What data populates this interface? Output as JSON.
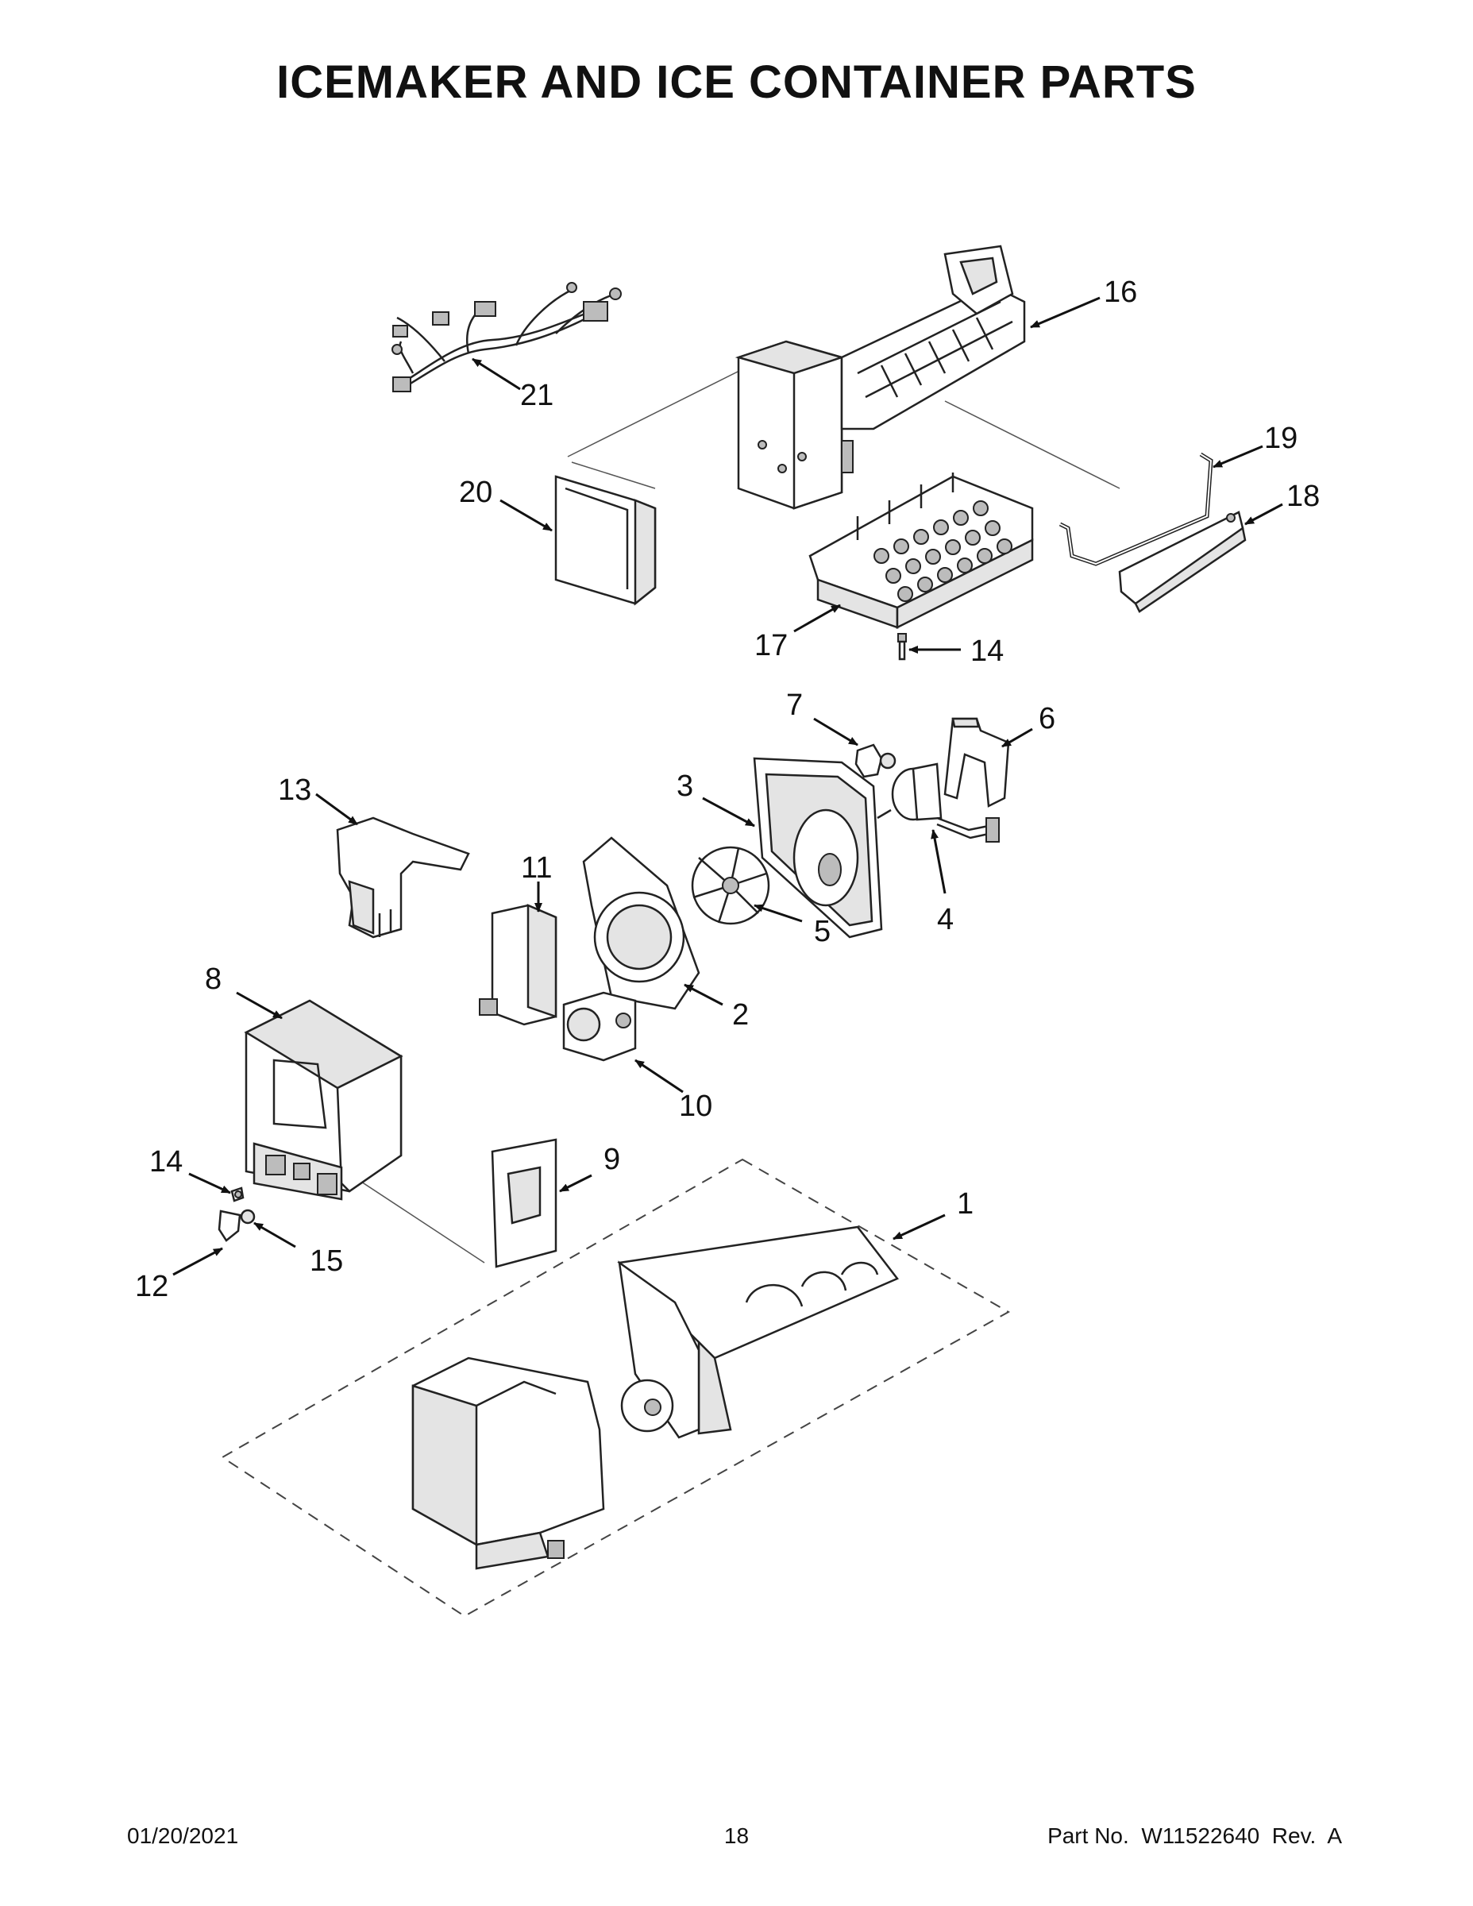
{
  "title": "ICEMAKER AND ICE CONTAINER PARTS",
  "callouts": [
    {
      "id": "21",
      "label": "21"
    },
    {
      "id": "16",
      "label": "16"
    },
    {
      "id": "20",
      "label": "20"
    },
    {
      "id": "19",
      "label": "19"
    },
    {
      "id": "18",
      "label": "18"
    },
    {
      "id": "17",
      "label": "17"
    },
    {
      "id": "14a",
      "label": "14"
    },
    {
      "id": "7",
      "label": "7"
    },
    {
      "id": "6",
      "label": "6"
    },
    {
      "id": "13",
      "label": "13"
    },
    {
      "id": "3",
      "label": "3"
    },
    {
      "id": "4",
      "label": "4"
    },
    {
      "id": "11",
      "label": "11"
    },
    {
      "id": "5",
      "label": "5"
    },
    {
      "id": "2",
      "label": "2"
    },
    {
      "id": "8",
      "label": "8"
    },
    {
      "id": "10",
      "label": "10"
    },
    {
      "id": "14b",
      "label": "14"
    },
    {
      "id": "9",
      "label": "9"
    },
    {
      "id": "1",
      "label": "1"
    },
    {
      "id": "15",
      "label": "15"
    },
    {
      "id": "12",
      "label": "12"
    }
  ],
  "footer": {
    "date": "01/20/2021",
    "page": "18",
    "part_number": "Part No.  W11522640  Rev.  A"
  }
}
